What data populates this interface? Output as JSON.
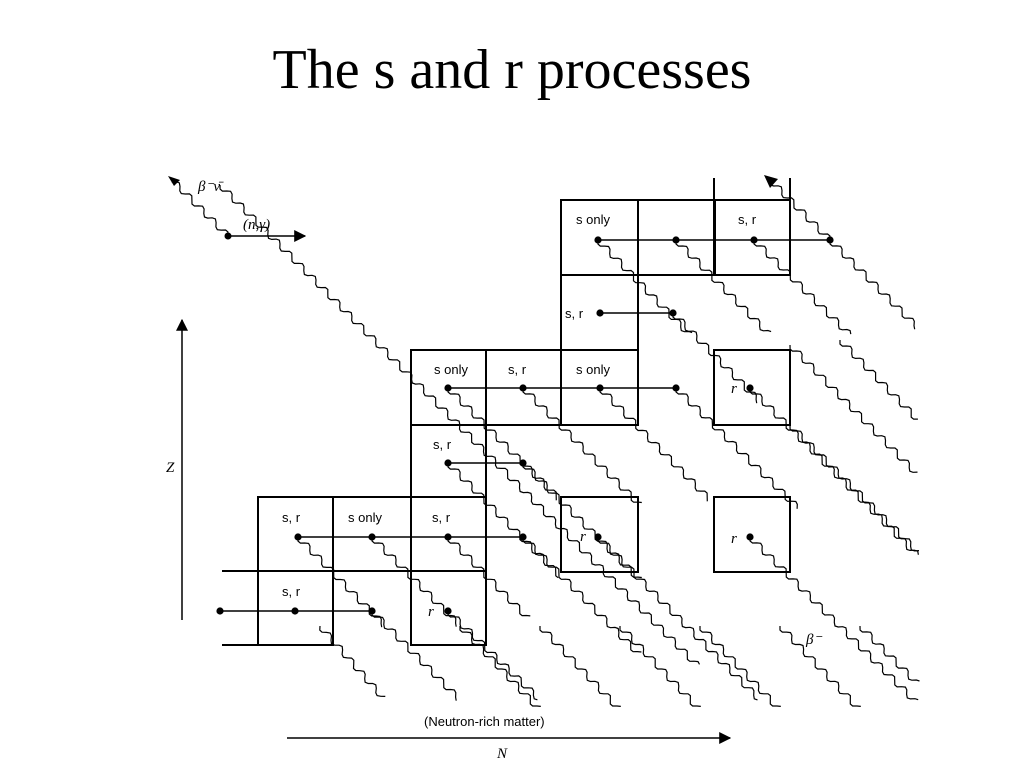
{
  "title": "The s and r processes",
  "legend": {
    "beta_label": "β⁻ν̄",
    "capture_label": "(n,γ)"
  },
  "cell_labels": {
    "s_only": "s only",
    "s_r": "s, r",
    "s_r_plain": "s, r",
    "r": "r"
  },
  "axes": {
    "z_label": "Z",
    "n_label": "N",
    "n_caption": "(Neutron-rich matter)",
    "beta_minus": "β⁻"
  }
}
